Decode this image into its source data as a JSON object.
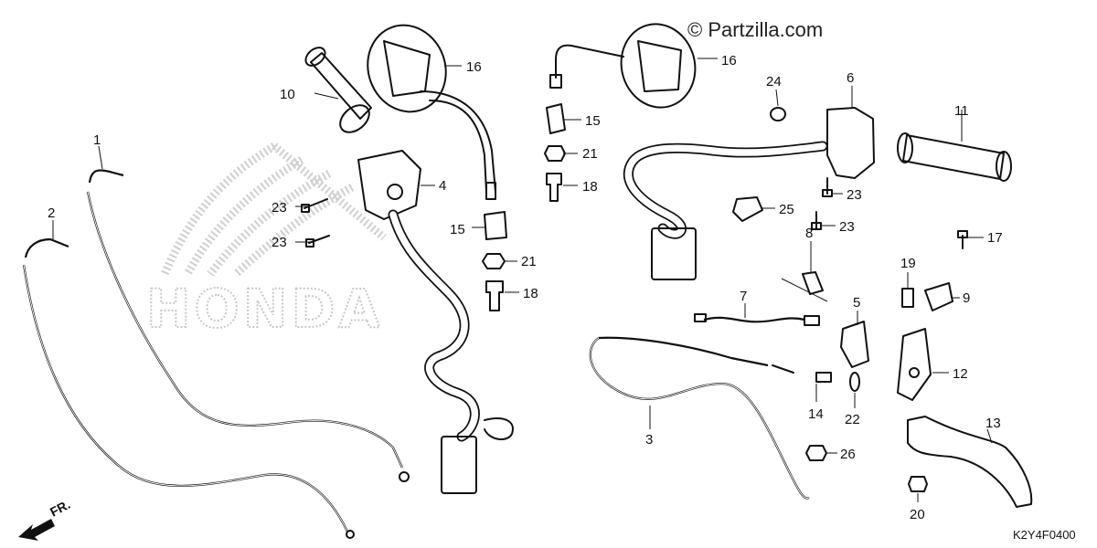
{
  "watermark": {
    "copyright": "© Partzilla.com",
    "brand": "HONDA"
  },
  "diagram_code": "K2Y4F0400",
  "direction": {
    "label": "FR."
  },
  "callouts": [
    {
      "number": "1"
    },
    {
      "number": "2"
    },
    {
      "number": "3"
    },
    {
      "number": "4"
    },
    {
      "number": "5"
    },
    {
      "number": "6"
    },
    {
      "number": "7"
    },
    {
      "number": "8"
    },
    {
      "number": "9"
    },
    {
      "number": "10"
    },
    {
      "number": "11"
    },
    {
      "number": "12"
    },
    {
      "number": "13"
    },
    {
      "number": "14"
    },
    {
      "number": "15"
    },
    {
      "number": "15"
    },
    {
      "number": "16"
    },
    {
      "number": "16"
    },
    {
      "number": "17"
    },
    {
      "number": "18"
    },
    {
      "number": "18"
    },
    {
      "number": "19"
    },
    {
      "number": "20"
    },
    {
      "number": "21"
    },
    {
      "number": "21"
    },
    {
      "number": "22"
    },
    {
      "number": "23"
    },
    {
      "number": "23"
    },
    {
      "number": "23"
    },
    {
      "number": "23"
    },
    {
      "number": "24"
    },
    {
      "number": "25"
    },
    {
      "number": "26"
    }
  ]
}
